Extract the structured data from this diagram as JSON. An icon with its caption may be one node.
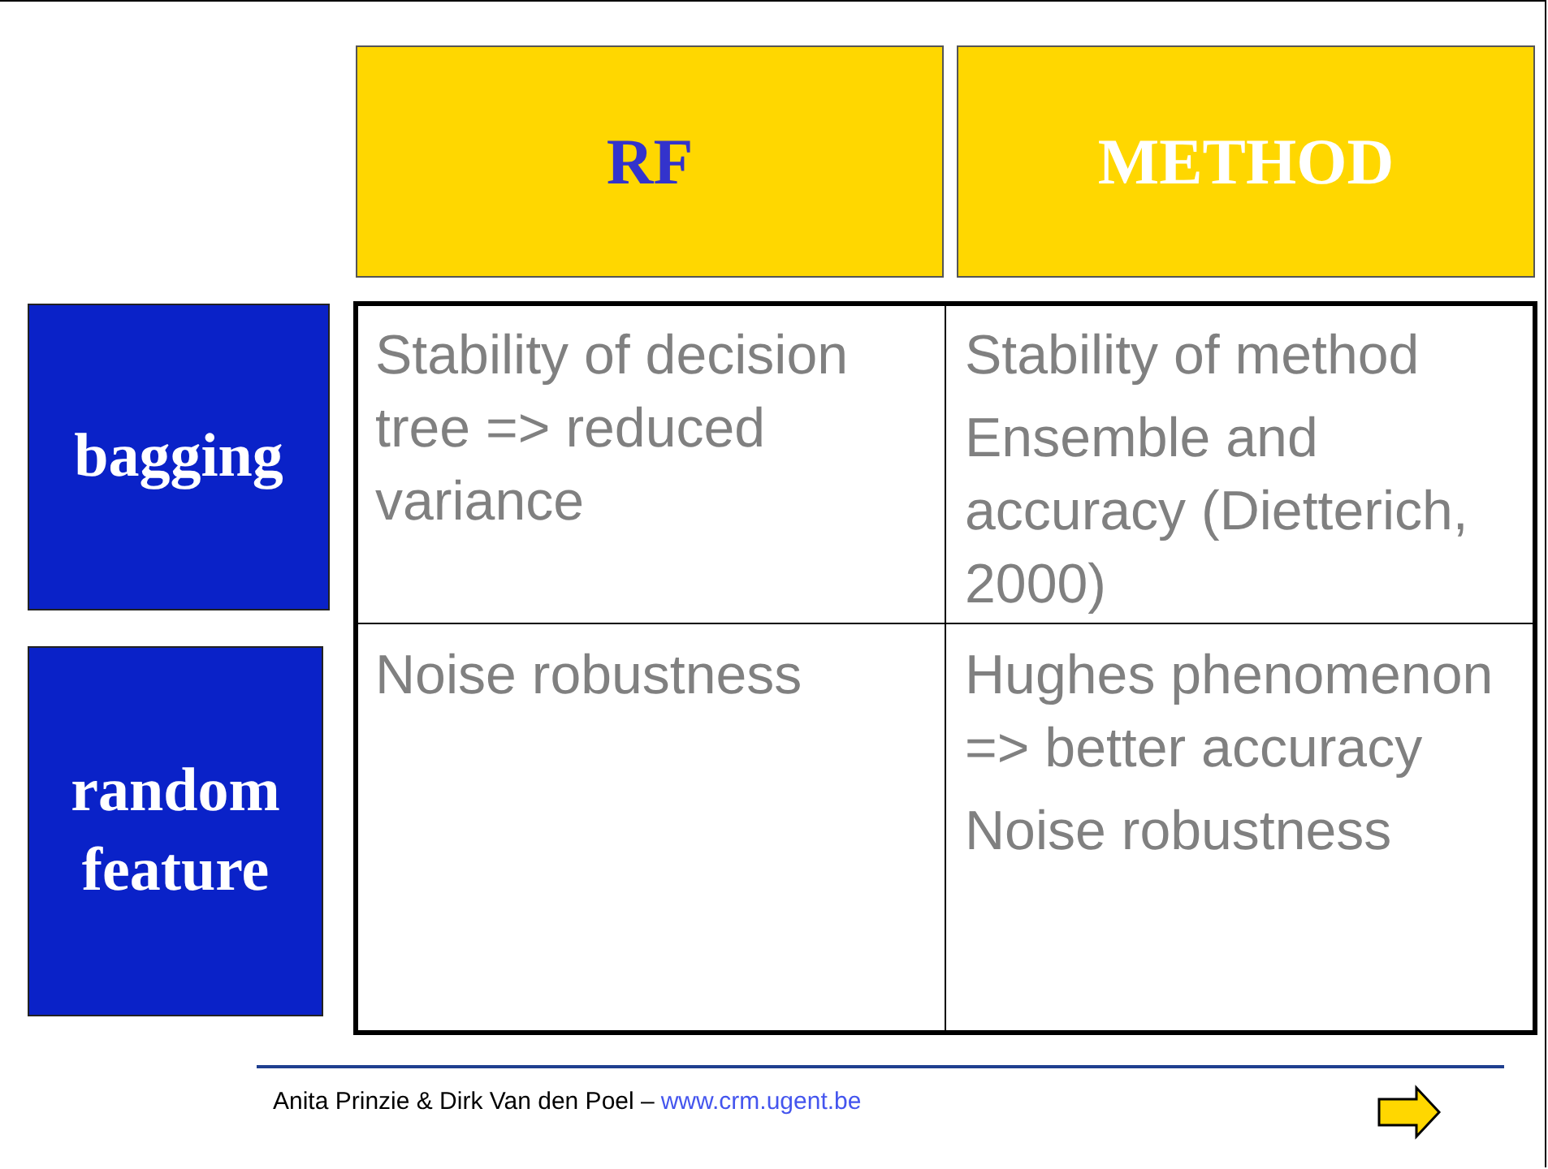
{
  "diagram": {
    "nodes": [
      {
        "text": [
          "RF"
        ]
      },
      {
        "text": [
          "METHOD"
        ]
      },
      {
        "text": [
          "bagging"
        ]
      },
      {
        "text": [
          "random feature"
        ]
      }
    ],
    "labels": [
      "Stability of decision tree => reduced variance",
      "Stability of method",
      "Ensemble and accuracy (Dietterich, 2000)",
      "Noise robustness",
      "Hughes phenomenon => better accuracy",
      "Noise robustness",
      "Anita Prinzie & Dirk Van den Poel –",
      "www.crm.ugent.be"
    ]
  }
}
